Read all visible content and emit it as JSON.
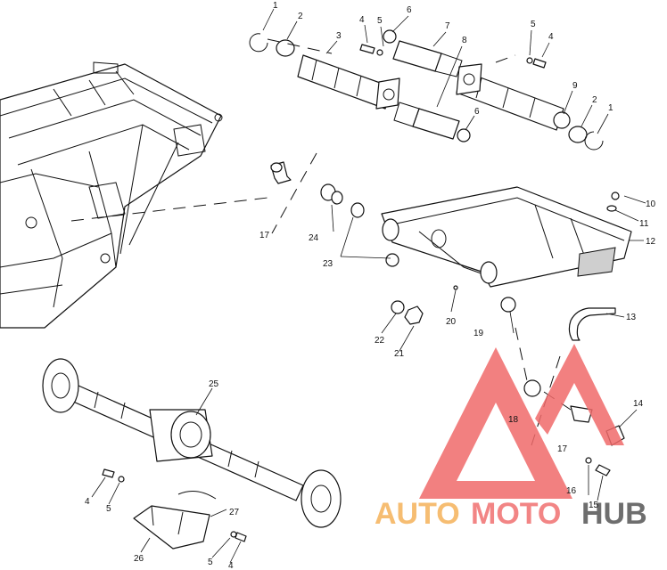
{
  "callouts": [
    {
      "id": "c1a",
      "text": "1"
    },
    {
      "id": "c2a",
      "text": "2"
    },
    {
      "id": "c3",
      "text": "3"
    },
    {
      "id": "c4a",
      "text": "4"
    },
    {
      "id": "c5a",
      "text": "5"
    },
    {
      "id": "c6a",
      "text": "6"
    },
    {
      "id": "c7",
      "text": "7"
    },
    {
      "id": "c8",
      "text": "8"
    },
    {
      "id": "c5b",
      "text": "5"
    },
    {
      "id": "c4b",
      "text": "4"
    },
    {
      "id": "c9",
      "text": "9"
    },
    {
      "id": "c2b",
      "text": "2"
    },
    {
      "id": "c1b",
      "text": "1"
    },
    {
      "id": "c6b",
      "text": "6"
    },
    {
      "id": "c10",
      "text": "10"
    },
    {
      "id": "c11",
      "text": "11"
    },
    {
      "id": "c12",
      "text": "12"
    },
    {
      "id": "c13",
      "text": "13"
    },
    {
      "id": "c14",
      "text": "14"
    },
    {
      "id": "c15",
      "text": "15"
    },
    {
      "id": "c16",
      "text": "16"
    },
    {
      "id": "c17a",
      "text": "17"
    },
    {
      "id": "c17b",
      "text": "17"
    },
    {
      "id": "c18",
      "text": "18"
    },
    {
      "id": "c19",
      "text": "19"
    },
    {
      "id": "c20",
      "text": "20"
    },
    {
      "id": "c21",
      "text": "21"
    },
    {
      "id": "c22",
      "text": "22"
    },
    {
      "id": "c23",
      "text": "23"
    },
    {
      "id": "c24",
      "text": "24"
    },
    {
      "id": "c25",
      "text": "25"
    },
    {
      "id": "c26",
      "text": "26"
    },
    {
      "id": "c27",
      "text": "27"
    },
    {
      "id": "c4c",
      "text": "4"
    },
    {
      "id": "c5c",
      "text": "5"
    },
    {
      "id": "c5d",
      "text": "5"
    },
    {
      "id": "c4d",
      "text": "4"
    }
  ],
  "watermark": {
    "text_auto": "AUTO",
    "text_moto": "MOTO",
    "text_hub": "HUB",
    "color_auto": "#f5b25a",
    "color_moto": "#f07070",
    "color_hub": "#555555",
    "triangle_color": "#f06a6a"
  }
}
